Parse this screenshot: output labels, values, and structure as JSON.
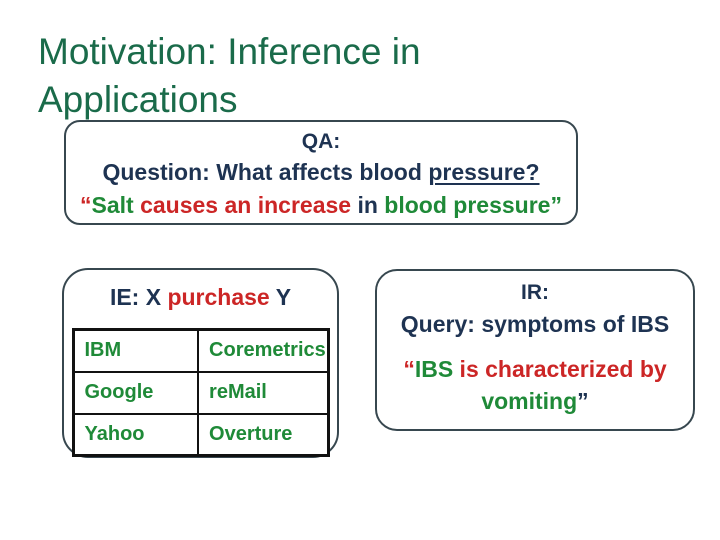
{
  "colors": {
    "title_green": "#1a6b4a",
    "navy": "#1e3352",
    "red": "#cc2626",
    "green": "#1f8a38",
    "box_border": "#37474f",
    "table_border": "#111111"
  },
  "slide": {
    "title_line1": "Motivation: Inference in",
    "title_line2": "Applications"
  },
  "qa_box": {
    "heading": "QA:",
    "question_prefix": "Question: What affects blood ",
    "question_underlined": "pressure?",
    "quote_segments": [
      {
        "text": "“",
        "color": "red"
      },
      {
        "text": "Salt",
        "color": "green"
      },
      {
        "text": " causes an increase ",
        "color": "red"
      },
      {
        "text": "in",
        "color": "navy"
      },
      {
        "text": " blood pressure",
        "color": "green"
      },
      {
        "text": "”",
        "color": "green"
      }
    ]
  },
  "ie_box": {
    "heading_segments": [
      {
        "text": "IE: X ",
        "color": "navy"
      },
      {
        "text": "purchase",
        "color": "red"
      },
      {
        "text": " Y",
        "color": "navy"
      }
    ],
    "table_rows": [
      [
        "IBM",
        "Coremetrics"
      ],
      [
        "Google",
        "reMail"
      ],
      [
        "Yahoo",
        "Overture"
      ]
    ]
  },
  "ir_box": {
    "heading": "IR:",
    "query": "Query: symptoms of IBS",
    "quote_line1_segments": [
      {
        "text": "“",
        "color": "red"
      },
      {
        "text": "IBS",
        "color": "green"
      },
      {
        "text": " is characterized by",
        "color": "red"
      }
    ],
    "quote_line2_segments": [
      {
        "text": "vomiting",
        "color": "green"
      },
      {
        "text": "”",
        "color": "navy"
      }
    ]
  }
}
